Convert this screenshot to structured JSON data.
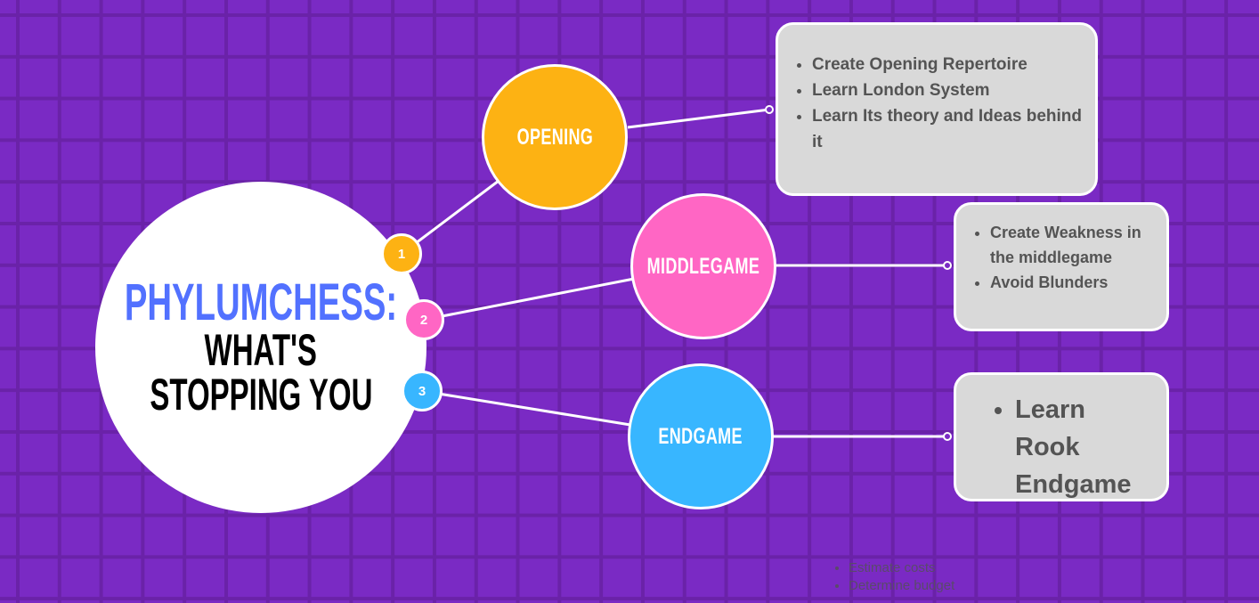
{
  "title": {
    "line1": "PHYLUMCHESS:",
    "line2": "WHAT'S",
    "line3": "STOPPING YOU"
  },
  "colors": {
    "background": "#7a2ac4",
    "grid": "#6a22a8",
    "opening": "#fdb213",
    "middlegame": "#ff66c4",
    "endgame": "#38b6ff",
    "title_accent": "#5271ff",
    "box": "#d9d9d9"
  },
  "branches": [
    {
      "number": "1",
      "label": "OPENING",
      "items": [
        "Create Opening Repertoire",
        "Learn London System",
        "Learn Its theory and Ideas behind it"
      ]
    },
    {
      "number": "2",
      "label": "MIDDLEGAME",
      "items": [
        "Create Weakness in the middlegame",
        "Avoid Blunders"
      ]
    },
    {
      "number": "3",
      "label": "ENDGAME",
      "items": [
        "Learn Rook Endgame"
      ]
    }
  ],
  "hidden_list": [
    "Estimate costs",
    "Determine budget"
  ]
}
